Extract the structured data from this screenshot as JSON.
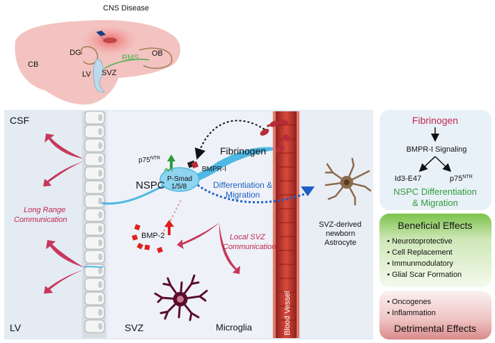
{
  "brain": {
    "cns_disease": "CNS Disease",
    "cb": "CB",
    "dg": "DG",
    "rms": "RMS",
    "ob": "OB",
    "lv": "LV",
    "svz": "SVZ"
  },
  "main": {
    "csf": "CSF",
    "lv": "LV",
    "svz": "SVZ",
    "nspc": "NSPC",
    "p75_base": "p75",
    "ntr": "NTR",
    "psmad_line1": "P-Smad",
    "psmad_line2": "1/5/8",
    "bmpr": "BMPR-I",
    "fibrinogen": "Fibrinogen",
    "diff_line1": "Differentiation &",
    "diff_line2": "Migration",
    "long_line1": "Long Range",
    "long_line2": "Communication",
    "bmp2": "BMP-2",
    "local_line1": "Local SVZ",
    "local_line2": "Communication",
    "astro_line1": "SVZ-derived",
    "astro_line2": "newborn",
    "astro_line3": "Astrocyte",
    "blood_vessel": "Blood Vessel",
    "microglia": "Microglia"
  },
  "pathway": {
    "fibrinogen": "Fibrinogen",
    "signaling": "BMPR-I Signaling",
    "id3": "Id3-E47",
    "p75_base": "p75",
    "ntr": "NTR",
    "result_line1": "NSPC Differentiation",
    "result_line2": "& Migration"
  },
  "beneficial": {
    "title": "Beneficial Effects",
    "items": [
      "Neurotoprotective",
      "Cell Replacement",
      "Immunmodulatory",
      "Glial Scar Formation"
    ]
  },
  "detrimental": {
    "title": "Detrimental Effects",
    "items": [
      "Oncogenes",
      "Inflammation"
    ]
  },
  "colors": {
    "fibrinogen_red": "#c0264f",
    "green": "#2e9b3a",
    "blue": "#1e5fc4",
    "vessel": "#b32a2a",
    "nspc": "#8fd3ef"
  }
}
